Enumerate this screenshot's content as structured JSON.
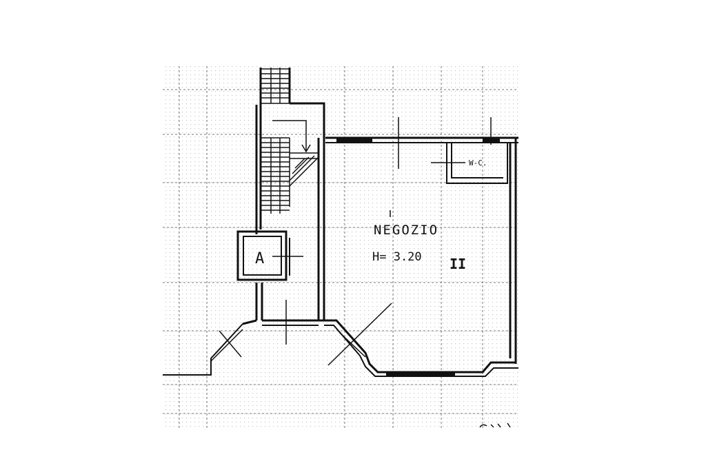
{
  "labels": {
    "room_name": "NEGOZIO",
    "room_height": "H= 3.20",
    "wc": "W-C.",
    "elevator": "A",
    "floor_mark": "II"
  },
  "colors": {
    "ink": "#111111",
    "grid": "#9a9a9a",
    "background": "#ffffff"
  }
}
